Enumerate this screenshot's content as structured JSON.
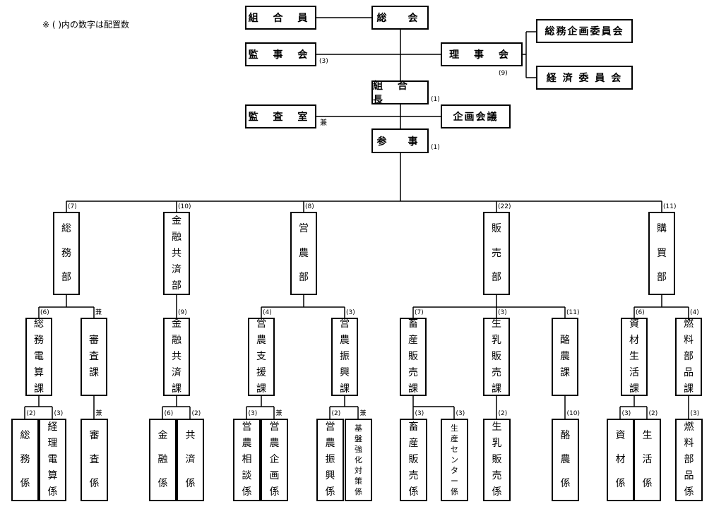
{
  "note": "※ ( )内の数字は配置数",
  "top": {
    "kumiaiin": "組 合 員",
    "sokai": "総　会",
    "kanjikai": "監 事 会",
    "kanjikai_count": "(3)",
    "rijikai": "理 事 会",
    "rijikai_count": "(9)",
    "somu_kikaku_iinkai": "総務企画委員会",
    "keizai_iinkai": "経 済 委 員 会",
    "kumiaicho": "組 合 長",
    "kumiaicho_count": "(1)",
    "kansashitsu": "監 査 室",
    "kansashitsu_kan": "兼",
    "kikaku_kaigi": "企画会議",
    "sanji": "参　事",
    "sanji_count": "(1)"
  },
  "departments": [
    {
      "name": "総務部",
      "count": "(7)"
    },
    {
      "name": "金融共済部",
      "count": "(10)"
    },
    {
      "name": "営農部",
      "count": "(8)"
    },
    {
      "name": "販売部",
      "count": "(22)"
    },
    {
      "name": "購買部",
      "count": "(11)"
    }
  ],
  "sections": [
    {
      "name": "総務電算課",
      "count": "(6)"
    },
    {
      "name": "審査課",
      "count": "兼"
    },
    {
      "name": "金融共済課",
      "count": "(9)"
    },
    {
      "name": "営農支援課",
      "count": "(4)"
    },
    {
      "name": "営農振興課",
      "count": "(3)"
    },
    {
      "name": "畜産販売課",
      "count": "(7)"
    },
    {
      "name": "生乳販売課",
      "count": "(3)"
    },
    {
      "name": "酪農課",
      "count": "(11)"
    },
    {
      "name": "資材生活課",
      "count": "(6)"
    },
    {
      "name": "燃料部品課",
      "count": "(4)"
    }
  ],
  "units": [
    {
      "name": "総務係",
      "count": "(2)"
    },
    {
      "name": "経理電算係",
      "count": "(3)"
    },
    {
      "name": "審査係",
      "count": "兼"
    },
    {
      "name": "金融係",
      "count": "(6)"
    },
    {
      "name": "共済係",
      "count": "(2)"
    },
    {
      "name": "営農相談係",
      "count": "(3)"
    },
    {
      "name": "営農企画係",
      "count": "兼"
    },
    {
      "name": "営農振興係",
      "count": "(2)"
    },
    {
      "name": "基盤強化対策係",
      "count": "兼"
    },
    {
      "name": "畜産販売係",
      "count": "(3)"
    },
    {
      "name": "生産センター係",
      "count": "(3)"
    },
    {
      "name": "生乳販売係",
      "count": "(2)"
    },
    {
      "name": "酪農係",
      "count": "(10)"
    },
    {
      "name": "資材係",
      "count": "(3)"
    },
    {
      "name": "生活係",
      "count": "(2)"
    },
    {
      "name": "燃料部品係",
      "count": "(3)"
    }
  ]
}
